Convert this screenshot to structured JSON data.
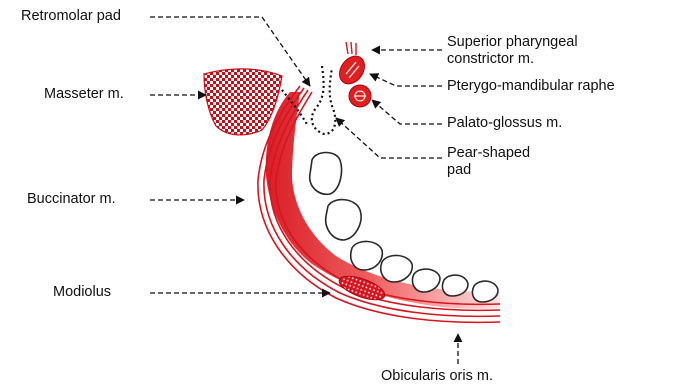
{
  "colors": {
    "muscle_red": "#e02020",
    "pad_gradient_light": "#ffe3e3",
    "pad_gradient_dark": "#d7121c",
    "tooth_fill": "#ffffff",
    "checker_dark": "#cc0a14",
    "leader_line": "#111111"
  },
  "labels": {
    "retromolar_pad": "Retromolar pad",
    "masseter": "Masseter m.",
    "buccinator": "Buccinator  m.",
    "modiolus": "Modiolus",
    "superior_pharyngeal_1": "Superior pharyngeal",
    "superior_pharyngeal_2": "constrictor m.",
    "pterygo_mandibular": "Pterygo-mandibular raphe",
    "palato_glossus": "Palato-glossus m.",
    "pear_shaped_1": "Pear-shaped",
    "pear_shaped_2": "pad",
    "obicularis_oris": "Obicularis oris m."
  }
}
